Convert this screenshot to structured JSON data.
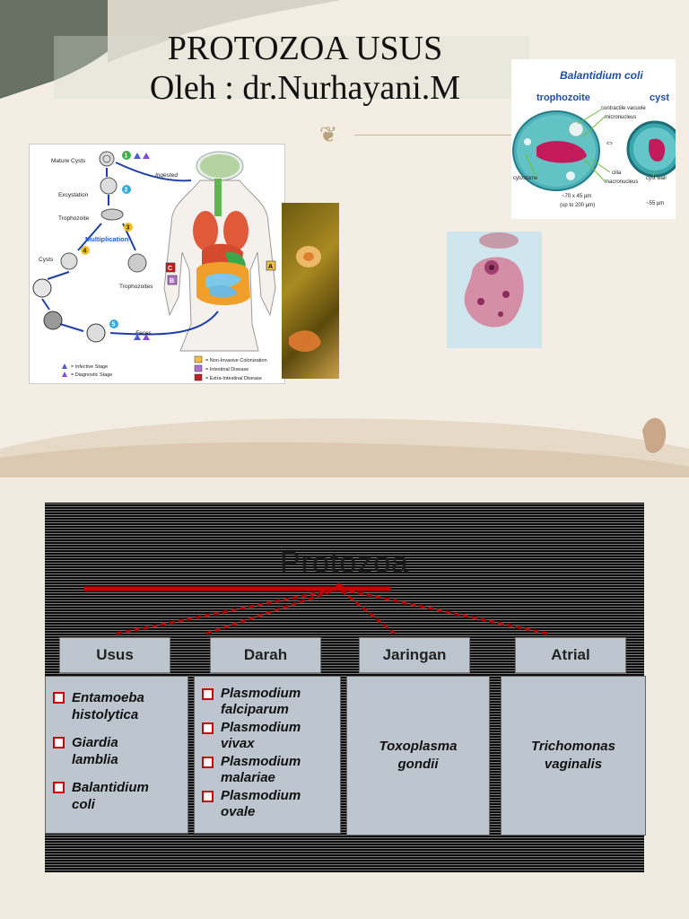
{
  "slide1": {
    "title_line1": "PROTOZOA USUS",
    "title_line2": "Oleh : dr.Nurhayani.M",
    "ornament": "❦",
    "lifecycle": {
      "labels": {
        "mature_cysts": "Mature Cysts",
        "ingested": "Ingested",
        "excystation": "Excystation",
        "trophozoite": "Trophozoite",
        "multiplication": "Multiplication",
        "cysts": "Cysts",
        "trophozoites": "Trophozoites",
        "feces": "Feces"
      },
      "legend": {
        "infective": "= Infective Stage",
        "diagnostic": "= Diagnostic Stage",
        "a": "= Non-Invasive Colonization",
        "b": "= Intestinal Disease",
        "c": "= Extra-Intestinal Disease"
      },
      "steps": [
        "1",
        "2",
        "3",
        "4",
        "5"
      ],
      "markers": [
        "A",
        "B",
        "C"
      ]
    },
    "balantidium": {
      "title": "Balantidium coli",
      "trophozoite": "trophozoite",
      "cyst": "cyst",
      "contractile_vacuole": "contractile vacuole",
      "micronucleus": "micronucleus",
      "cytostome": "cytostome",
      "cilia": "cilia",
      "macronucleus": "macronucleus",
      "cyst_wall": "cyst wall",
      "size_troph": "~70 x 45 µm",
      "size_troph_max": "(up to 200 µm)",
      "size_cyst": "~55 µm"
    }
  },
  "slide2": {
    "title": "Protozoa",
    "categories": [
      {
        "label": "Usus",
        "items": [
          "Entamoeba histolytica",
          "Giardia lamblia",
          "Balantidium coli"
        ]
      },
      {
        "label": "Darah",
        "items": [
          "Plasmodium falciparum",
          "Plasmodium vivax",
          "Plasmodium malariae",
          "Plasmodium ovale"
        ]
      },
      {
        "label": "Jaringan",
        "items": [
          "Toxoplasma gondii"
        ]
      },
      {
        "label": "Atrial",
        "items": [
          "Trichomonas vaginalis"
        ]
      }
    ]
  }
}
